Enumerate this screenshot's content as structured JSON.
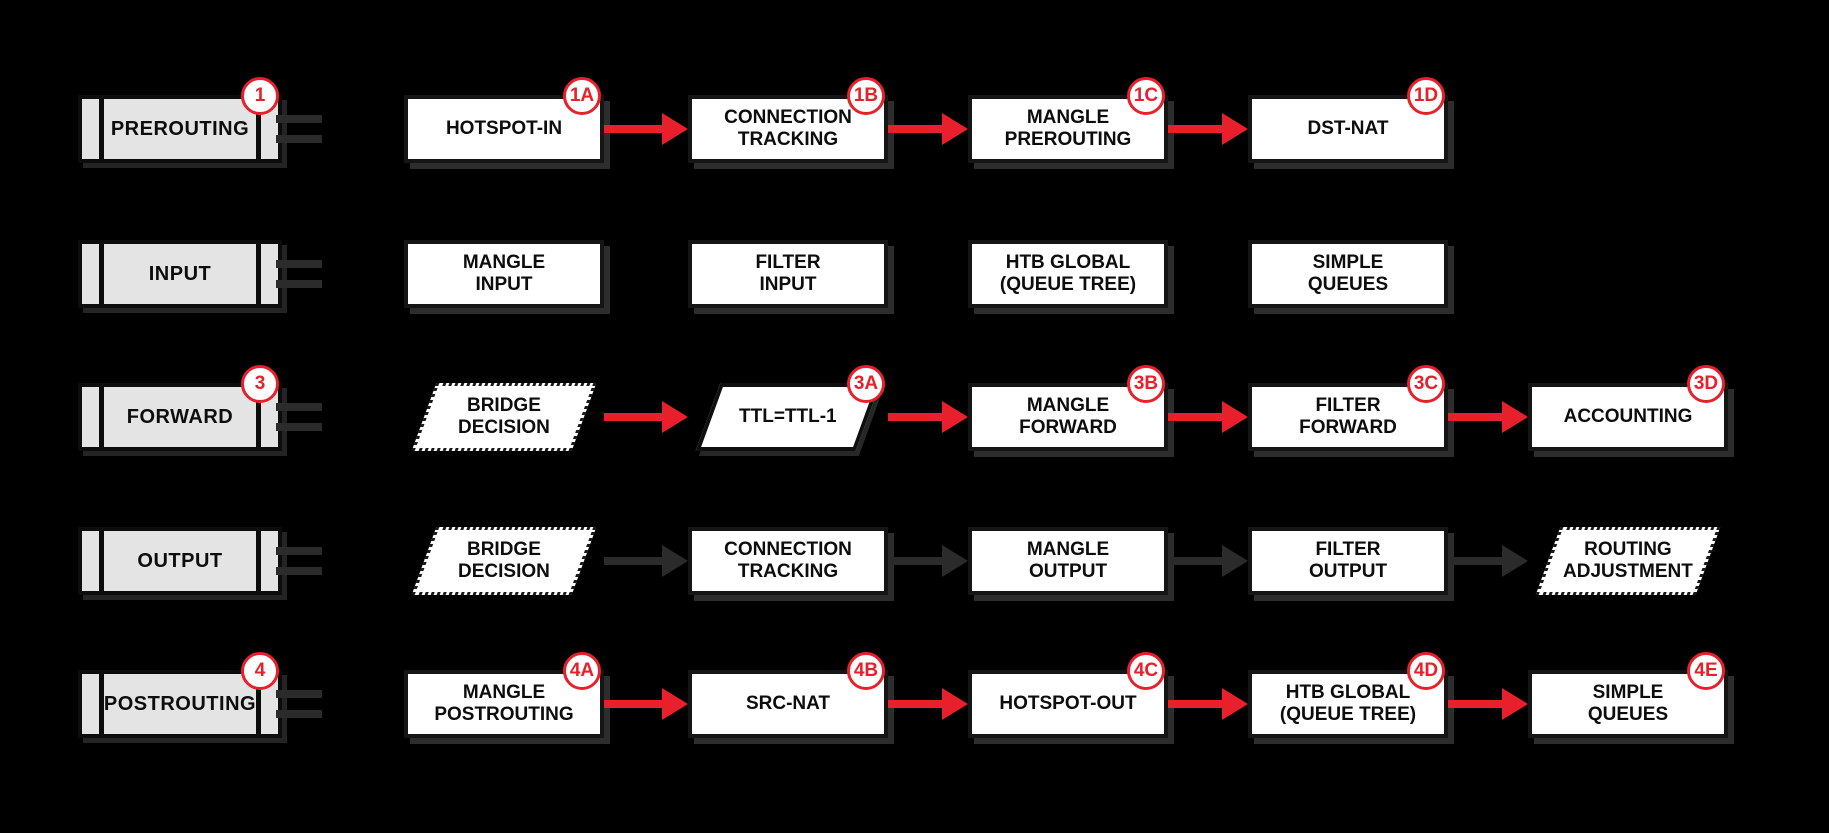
{
  "title": "Packet flow chains diagram",
  "colors": {
    "background": "#000000",
    "box_fill": "#ffffff",
    "chain_fill": "#e4e4e4",
    "accent_red": "#e8202b",
    "arrow_dark": "#2b2b2b",
    "text": "#0d0d0d"
  },
  "rows": [
    {
      "chain": {
        "label": "PREROUTING",
        "badge": "1"
      },
      "arrow_color": "#e8202b",
      "steps": [
        {
          "label": "HOTSPOT-IN",
          "badge": "1A",
          "shape": "box"
        },
        {
          "label": "CONNECTION\nTRACKING",
          "badge": "1B",
          "shape": "box"
        },
        {
          "label": "MANGLE\nPREROUTING",
          "badge": "1C",
          "shape": "box"
        },
        {
          "label": "DST-NAT",
          "badge": "1D",
          "shape": "box"
        }
      ]
    },
    {
      "chain": {
        "label": "INPUT"
      },
      "arrow_color": "none",
      "steps": [
        {
          "label": "MANGLE\nINPUT",
          "shape": "box"
        },
        {
          "label": "FILTER\nINPUT",
          "shape": "box"
        },
        {
          "label": "HTB GLOBAL\n(QUEUE TREE)",
          "shape": "box"
        },
        {
          "label": "SIMPLE\nQUEUES",
          "shape": "box"
        }
      ]
    },
    {
      "chain": {
        "label": "FORWARD",
        "badge": "3"
      },
      "arrow_color": "#e8202b",
      "steps": [
        {
          "label": "BRIDGE\nDECISION",
          "shape": "parallelogram-dotted"
        },
        {
          "label": "TTL=TTL-1",
          "badge": "3A",
          "shape": "parallelogram-solid"
        },
        {
          "label": "MANGLE\nFORWARD",
          "badge": "3B",
          "shape": "box"
        },
        {
          "label": "FILTER\nFORWARD",
          "badge": "3C",
          "shape": "box"
        },
        {
          "label": "ACCOUNTING",
          "badge": "3D",
          "shape": "box"
        }
      ]
    },
    {
      "chain": {
        "label": "OUTPUT"
      },
      "arrow_color": "#2b2b2b",
      "steps": [
        {
          "label": "BRIDGE\nDECISION",
          "shape": "parallelogram-dotted"
        },
        {
          "label": "CONNECTION\nTRACKING",
          "shape": "box"
        },
        {
          "label": "MANGLE\nOUTPUT",
          "shape": "box"
        },
        {
          "label": "FILTER\nOUTPUT",
          "shape": "box"
        },
        {
          "label": "ROUTING\nADJUSTMENT",
          "shape": "parallelogram-dotted"
        }
      ]
    },
    {
      "chain": {
        "label": "POSTROUTING",
        "badge": "4"
      },
      "arrow_color": "#e8202b",
      "steps": [
        {
          "label": "MANGLE\nPOSTROUTING",
          "badge": "4A",
          "shape": "box"
        },
        {
          "label": "SRC-NAT",
          "badge": "4B",
          "shape": "box"
        },
        {
          "label": "HOTSPOT-OUT",
          "badge": "4C",
          "shape": "box"
        },
        {
          "label": "HTB GLOBAL\n(QUEUE TREE)",
          "badge": "4D",
          "shape": "box"
        },
        {
          "label": "SIMPLE\nQUEUES",
          "badge": "4E",
          "shape": "box"
        }
      ]
    }
  ]
}
